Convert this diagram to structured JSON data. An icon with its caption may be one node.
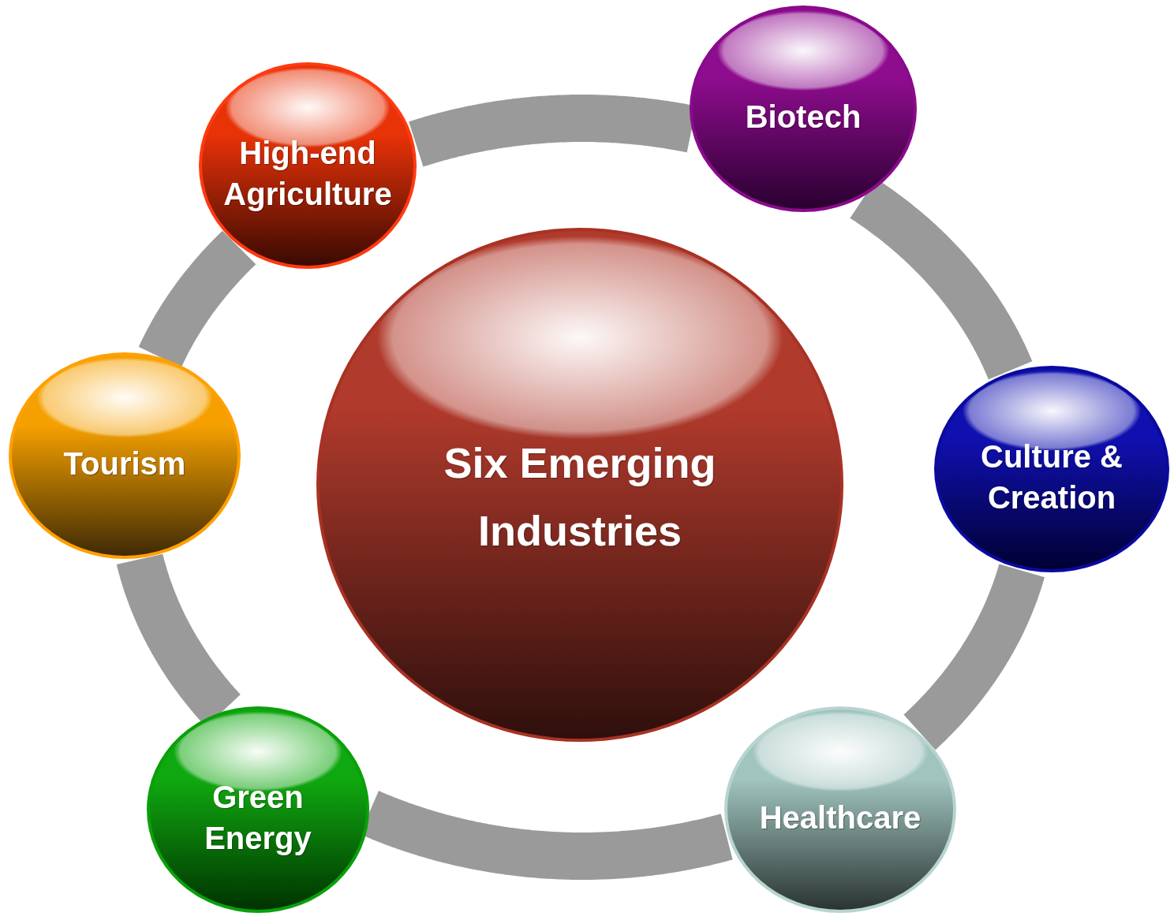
{
  "diagram": {
    "nodes": [
      {
        "text": [
          "Six Emerging Industries"
        ]
      },
      {
        "text": [
          "High-end Agriculture"
        ]
      },
      {
        "text": [
          "Biotech"
        ]
      },
      {
        "text": [
          "Tourism"
        ]
      },
      {
        "text": [
          "Culture & Creation"
        ]
      },
      {
        "text": [
          "Green Energy"
        ]
      },
      {
        "text": [
          "Healthcare"
        ]
      }
    ],
    "edges": [
      {
        "from": 1,
        "to": 2,
        "arrow": "none"
      },
      {
        "from": 2,
        "to": 4,
        "arrow": "none"
      },
      {
        "from": 4,
        "to": 6,
        "arrow": "none"
      },
      {
        "from": 6,
        "to": 5,
        "arrow": "none"
      },
      {
        "from": 5,
        "to": 3,
        "arrow": "none"
      },
      {
        "from": 3,
        "to": 1,
        "arrow": "none"
      }
    ]
  }
}
